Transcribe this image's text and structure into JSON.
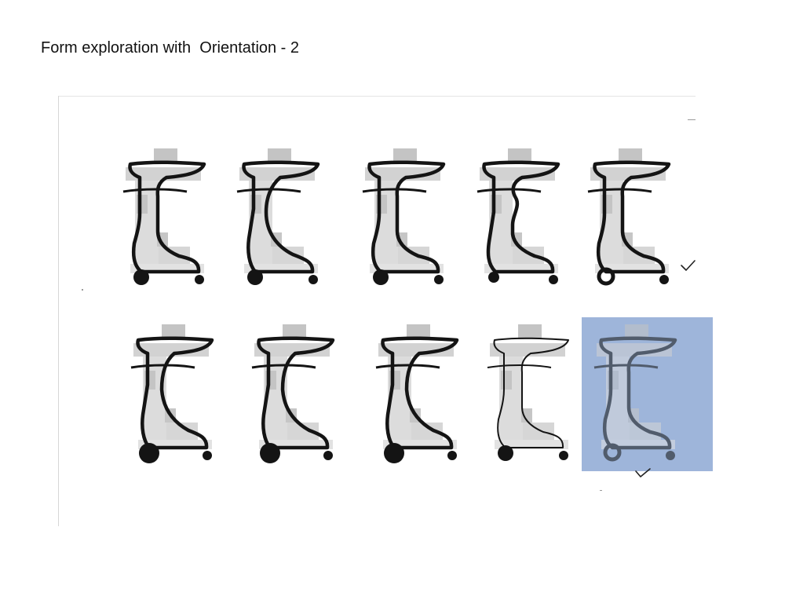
{
  "title": "Form exploration with  Orientation - 2",
  "colors": {
    "outline": "#141414",
    "fill": "#dcdcdc",
    "fill_dark": "#c4c4c4",
    "highlight": "#7d9ccd",
    "check": "#222222"
  },
  "sketches": [
    {
      "id": 1,
      "row": 1,
      "variant": "upright-neck",
      "selected": false
    },
    {
      "id": 2,
      "row": 1,
      "variant": "curved-neck",
      "selected": false
    },
    {
      "id": 3,
      "row": 1,
      "variant": "upright-neck",
      "selected": false
    },
    {
      "id": 4,
      "row": 1,
      "variant": "waisted-neck",
      "selected": false
    },
    {
      "id": 5,
      "row": 1,
      "variant": "ring-wheel",
      "selected": true
    },
    {
      "id": 6,
      "row": 2,
      "variant": "curved-neck",
      "selected": false
    },
    {
      "id": 7,
      "row": 2,
      "variant": "tapered-neck",
      "selected": false
    },
    {
      "id": 8,
      "row": 2,
      "variant": "upright-neck",
      "selected": false
    },
    {
      "id": 9,
      "row": 2,
      "variant": "thin-outline",
      "selected": false
    },
    {
      "id": 10,
      "row": 2,
      "variant": "highlighted",
      "selected": true
    }
  ],
  "checkmark_icon": "checkmark-icon"
}
